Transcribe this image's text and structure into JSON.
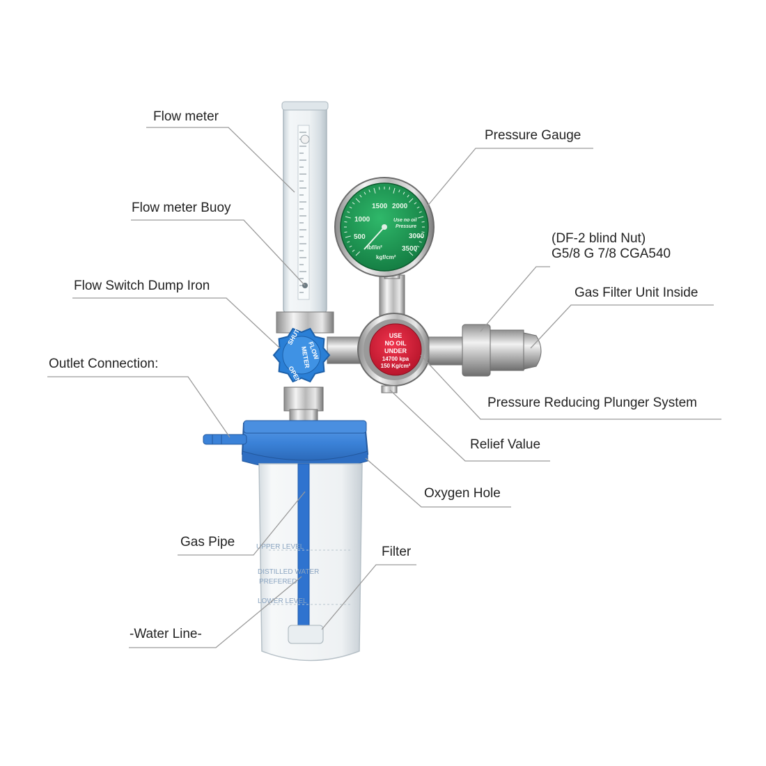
{
  "labels": {
    "flow_meter": "Flow meter",
    "flow_meter_buoy": "Flow meter Buoy",
    "flow_switch": "Flow Switch Dump Iron",
    "outlet_connection": "Outlet Connection:",
    "gas_pipe": "Gas Pipe",
    "water_line": "-Water Line-",
    "pressure_gauge": "Pressure Gauge",
    "nut_line1": "(DF-2 blind Nut)",
    "nut_line2": "G5/8 G 7/8 CGA540",
    "gas_filter": "Gas Filter Unit Inside",
    "plunger": "Pressure Reducing Plunger System",
    "relief": "Relief Value",
    "oxygen_hole": "Oxygen Hole",
    "filter": "Filter"
  },
  "gauge": {
    "scale": [
      "500",
      "1000",
      "1500",
      "2000",
      "3000",
      "3500"
    ],
    "unit_psi": "lbf/in²",
    "unit_kg": "kgf/cm²",
    "script_text": "Use no oil",
    "script_text2": "Pressure"
  },
  "warning_cap": {
    "line1": "USE",
    "line2": "NO OIL",
    "line3": "UNDER",
    "line4": "14700 kpa",
    "line5": "150 Kg/cm²"
  },
  "knob": {
    "text1": "SHUT",
    "text2": "OPEN",
    "text3": "FLOW",
    "text4": "METER"
  },
  "bottle": {
    "upper_level": "UPPER LEVEL",
    "distilled": "DISTILLED WATER",
    "preferred": "PREFERED",
    "lower_level": "LOWER LEVEL"
  },
  "colors": {
    "gauge_face": "#1f9a55",
    "warning_cap": "#e0203a",
    "knob": "#2a7fd6",
    "humidifier_cap": "#3b82d8",
    "leader_line": "#9a9a9a"
  }
}
